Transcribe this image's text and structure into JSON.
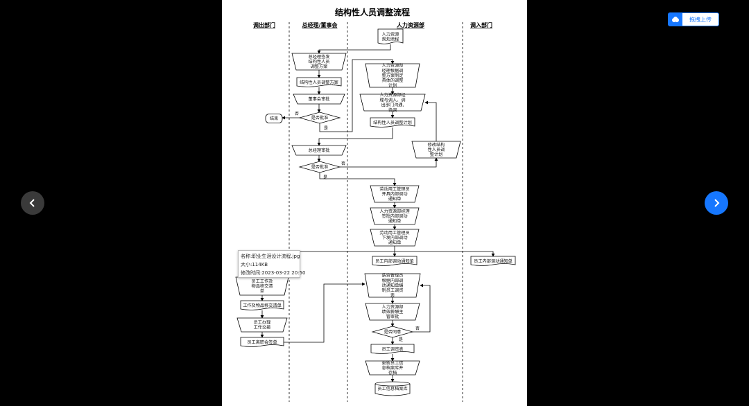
{
  "viewer": {
    "prev_icon": "chevron-left-icon",
    "next_icon": "chevron-right-icon",
    "upload_label": "拖拽上传",
    "upload_icon": "cloud-upload-icon",
    "tooltip": {
      "name": "名称:职业生涯设计流程.jpg",
      "size": "大小:114KB",
      "modified": "修改时间:2023-03-22 20:50"
    }
  },
  "flowchart": {
    "title": "结构性人员调整流程",
    "lanes": [
      "调出部门",
      "总经理/董事会",
      "人力资源部",
      "调入部门"
    ],
    "nodes": {
      "hr_plan": [
        "人力资源",
        "规划流程"
      ],
      "gm_review": [
        "总经理签发",
        "结构性人员",
        "调整方案"
      ],
      "plan_doc": [
        "结构性人员调整方案"
      ],
      "board": [
        "董事会审批"
      ],
      "approve1": [
        "是否批准"
      ],
      "end": [
        "结束"
      ],
      "hr_mgr_plan": [
        "人力资源部",
        "经理根据调",
        "整方案制定",
        "具体的调整",
        "计划"
      ],
      "hr_comm": [
        "人力资源部经",
        "理与调入、调",
        "出部门沟通,",
        "协调"
      ],
      "adj_plan": [
        "结构性人员调整计划"
      ],
      "gm_approve": [
        "总经理审批"
      ],
      "modify": [
        "修改结构",
        "性人员调",
        "整计划"
      ],
      "approve2": [
        "是否批准"
      ],
      "labor1": [
        "劳动用工管理员",
        "开具内部调动",
        "通知单"
      ],
      "hr_sign": [
        "人力资源部经理",
        "签批内部调动",
        "通知单"
      ],
      "labor2": [
        "劳动用工管理员",
        "下发内部调动",
        "通知单"
      ],
      "notice_mid": [
        "员工内部调动通知单"
      ],
      "notice_right": [
        "员工内部调动通知单"
      ],
      "handover": [
        "员工工作及",
        "物品移交清",
        "单"
      ],
      "handover_list": [
        "工作及物品移交清单"
      ],
      "procedure": [
        "员工办理",
        "工作交接"
      ],
      "resign": [
        "员工离职会签单"
      ],
      "salary_mgr": [
        "薪资管理员",
        "根据内部调",
        "动通知单编",
        "制员工调资",
        "表"
      ],
      "hr_approve": [
        "人力资源部",
        "绩效薪酬主",
        "管审批"
      ],
      "agree": [
        "是否同意"
      ],
      "salary_table": [
        "员工调资表"
      ],
      "update": [
        "更新员工信",
        "息档案库并",
        "存档"
      ],
      "db": [
        "员工信息档案库"
      ]
    },
    "labels": {
      "yes": "是",
      "no": "否"
    }
  }
}
